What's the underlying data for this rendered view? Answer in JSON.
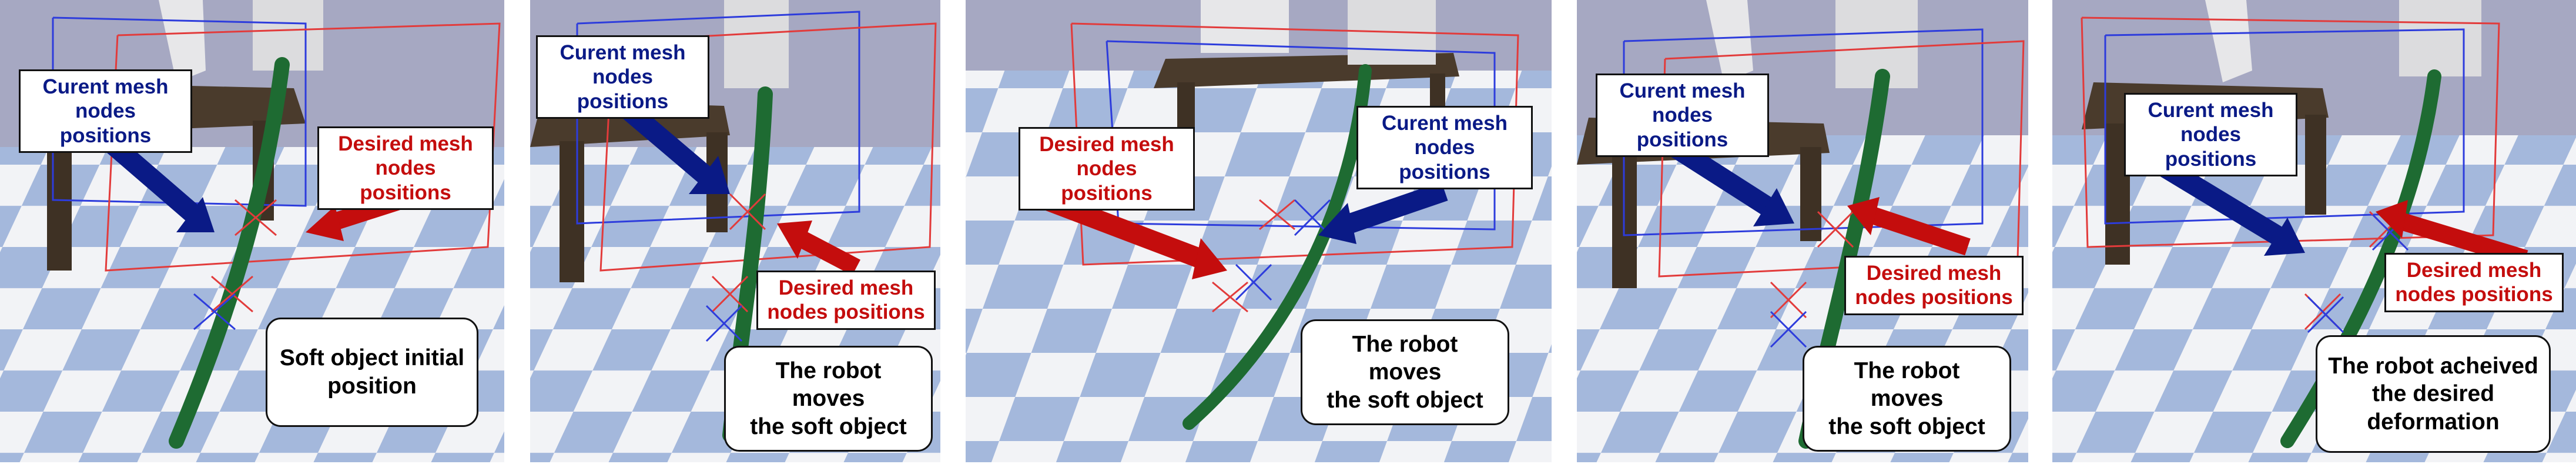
{
  "panels": [
    {
      "current_label": "Curent mesh\nnodes positions",
      "desired_label": "Desired mesh\nnodes positions",
      "caption": "Soft object initial\nposition"
    },
    {
      "current_label": "Curent mesh\nnodes positions",
      "desired_label": "Desired mesh\nnodes positions",
      "caption": "The robot moves\nthe soft object"
    },
    {
      "current_label": "Curent mesh\nnodes positions",
      "desired_label": "Desired mesh\nnodes positions",
      "caption": "The robot moves\nthe soft object"
    },
    {
      "current_label": "Curent mesh\nnodes positions",
      "desired_label": "Desired mesh\nnodes positions",
      "caption": "The robot moves\nthe soft object"
    },
    {
      "current_label": "Curent mesh\nnodes positions",
      "desired_label": "Desired mesh\nnodes positions",
      "caption": "The robot acheived\nthe desired\ndeformation"
    }
  ],
  "colors": {
    "current_arrow": "#0a1a86",
    "desired_arrow": "#c40d0d",
    "current_text": "#0a1a86",
    "desired_text": "#c40d0d",
    "soft_object": "#1e6b32",
    "floor_light": "#f2f3f6",
    "floor_dark": "#a4b8dc",
    "sky": "#a6a8c2",
    "table": "#4a3b2c"
  }
}
